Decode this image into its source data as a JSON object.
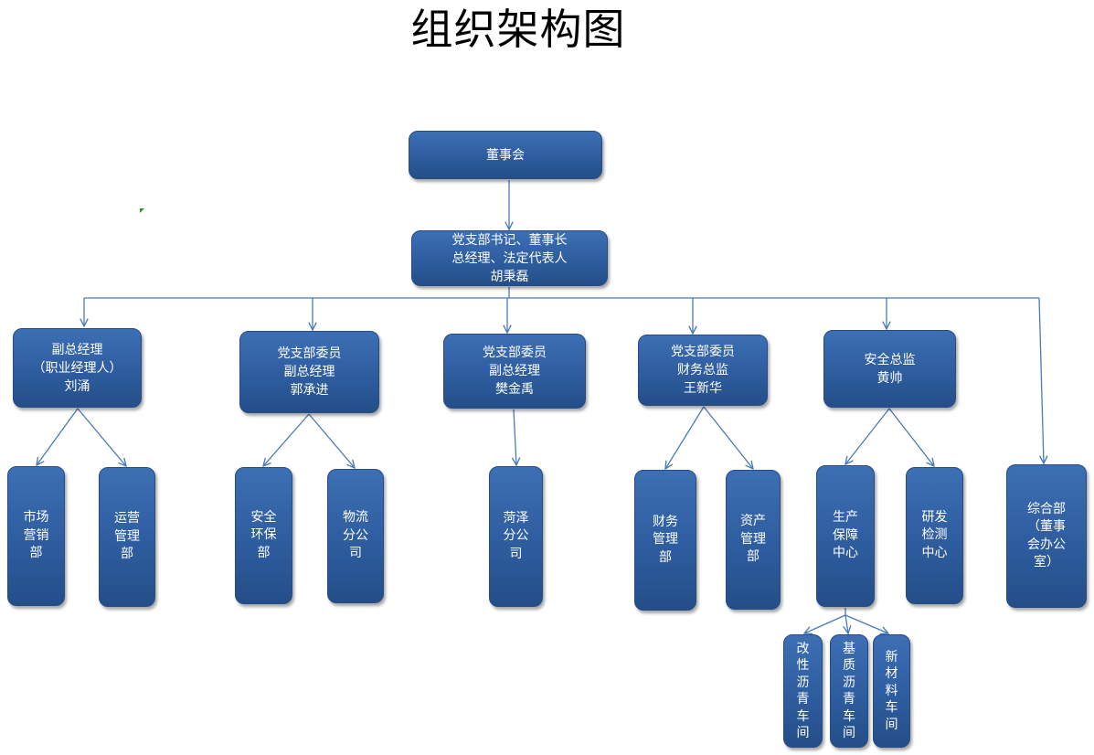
{
  "title": "组织架构图",
  "nodes": {
    "board": [
      "董事会"
    ],
    "chairman": [
      "党支部书记、董事长",
      "总经理、法定代表人",
      "胡秉磊"
    ],
    "vp_liu": [
      "副总经理",
      "（职业经理人）",
      "刘涌"
    ],
    "vp_guo": [
      "党支部委员",
      "副总经理",
      "郭承进"
    ],
    "vp_fan": [
      "党支部委员",
      "副总经理",
      "樊金禹"
    ],
    "cfo_wang": [
      "党支部委员",
      "财务总监",
      "王新华"
    ],
    "safety_huang": [
      "安全总监",
      "黄帅"
    ],
    "marketing": [
      "市场",
      "营销",
      "部"
    ],
    "operations": [
      "运营",
      "管理",
      "部"
    ],
    "safety_env": [
      "安全",
      "环保",
      "部"
    ],
    "logistics": [
      "物流",
      "分公",
      "司"
    ],
    "heze": [
      "菏泽",
      "分公",
      "司"
    ],
    "finance": [
      "财务",
      "管理",
      "部"
    ],
    "assets": [
      "资产",
      "管理",
      "部"
    ],
    "production": [
      "生产",
      "保障",
      "中心"
    ],
    "rnd": [
      "研发",
      "检测",
      "中心"
    ],
    "general_office": [
      "综合部",
      "（董事",
      "会办公",
      "室）"
    ],
    "modified_asphalt": [
      "改",
      "性",
      "沥",
      "青",
      "车",
      "间"
    ],
    "base_asphalt": [
      "基",
      "质",
      "沥",
      "青",
      "车",
      "间"
    ],
    "new_materials": [
      "新",
      "材",
      "料",
      "车",
      "间"
    ]
  },
  "colors": {
    "box_fill": "#2f5fa3",
    "box_border": "#254c85",
    "connector": "#4a7ab8",
    "text": "#ffffff",
    "title": "#000000"
  }
}
